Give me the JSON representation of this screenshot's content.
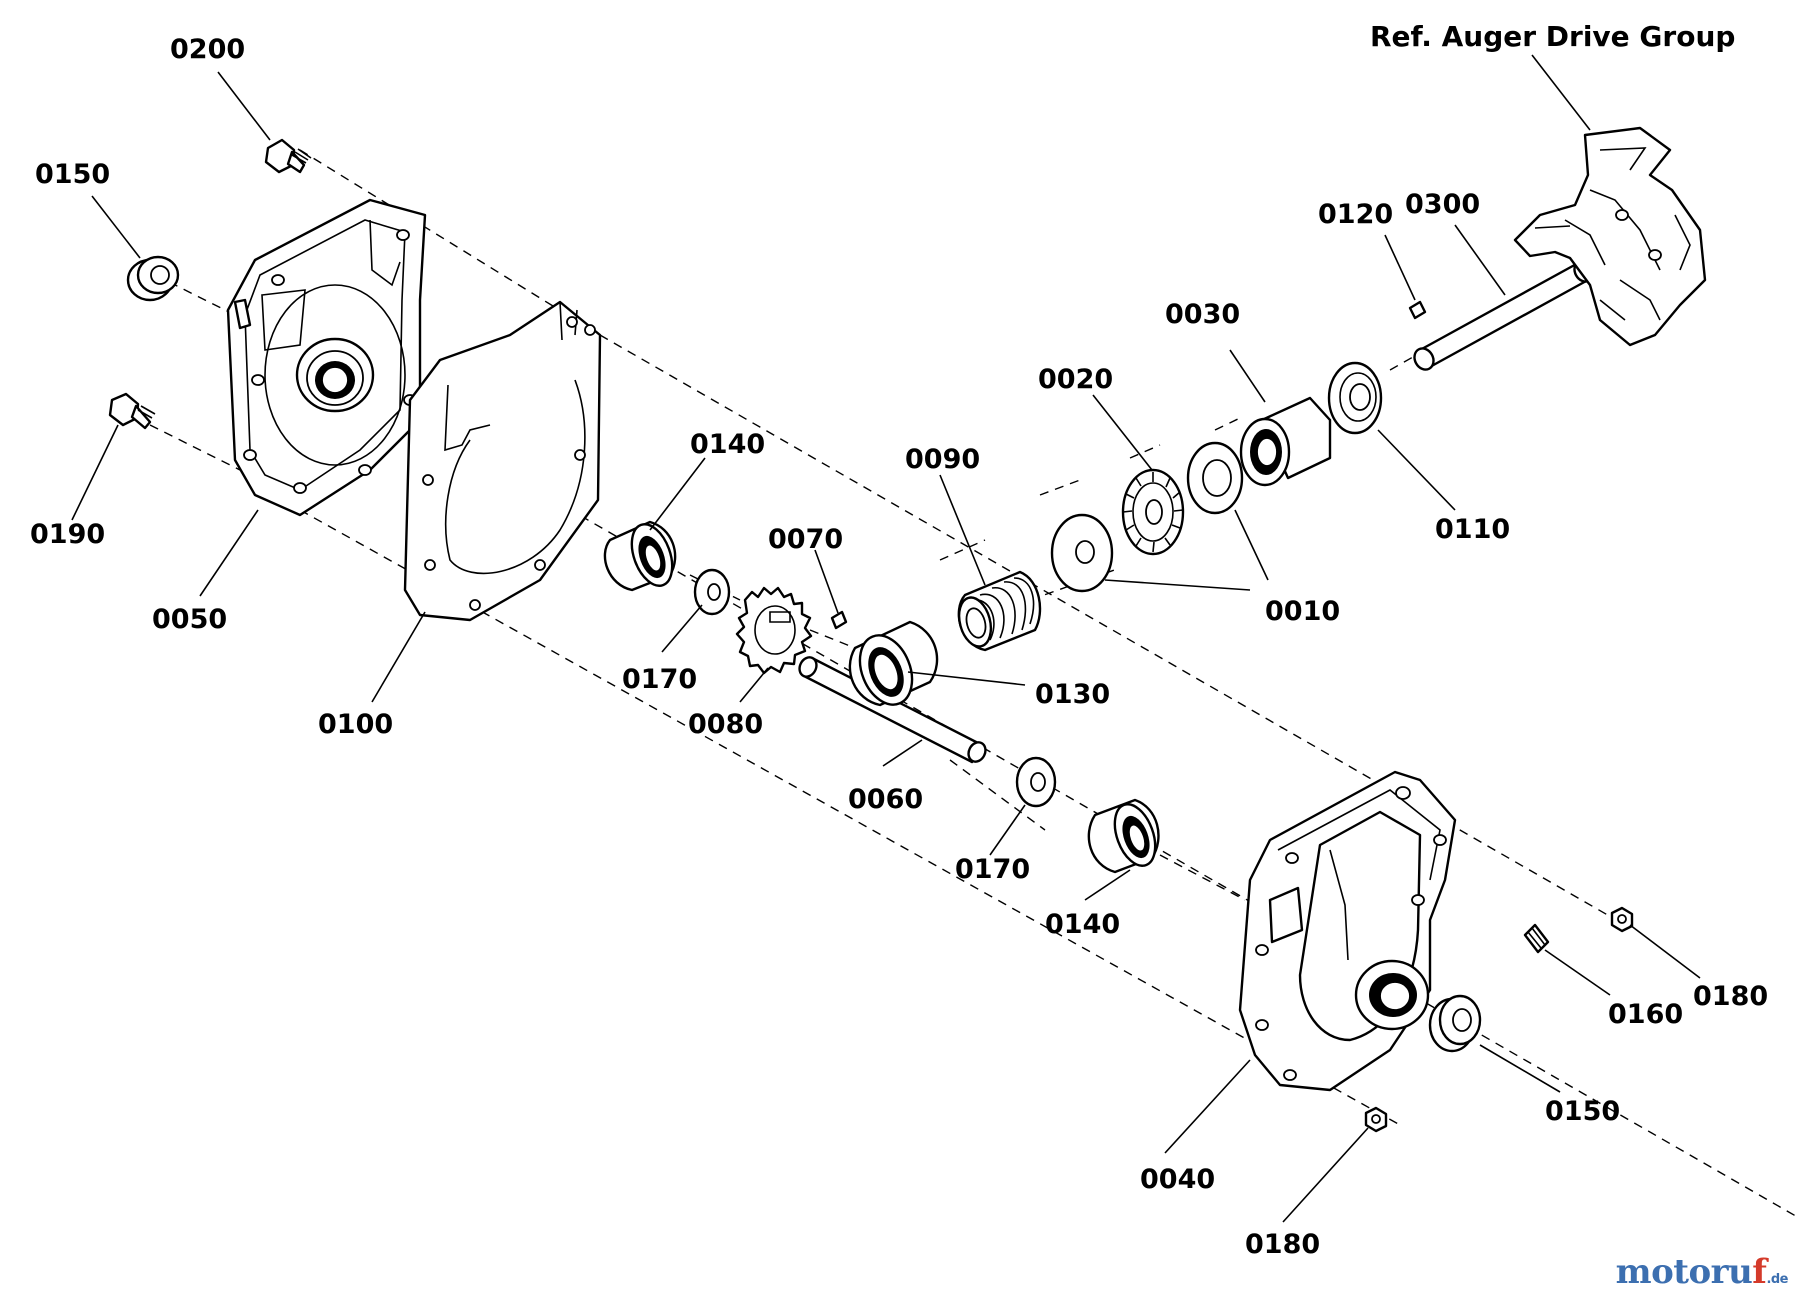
{
  "reference_label": "Ref. Auger Drive Group",
  "callouts": {
    "c0200": "0200",
    "c0150_top": "0150",
    "c0190": "0190",
    "c0050": "0050",
    "c0100": "0100",
    "c0140_top": "0140",
    "c0170_top": "0170",
    "c0080": "0080",
    "c0070": "0070",
    "c0060": "0060",
    "c0130": "0130",
    "c0090": "0090",
    "c0020": "0020",
    "c0030": "0030",
    "c0010": "0010",
    "c0120": "0120",
    "c0300": "0300",
    "c0110": "0110",
    "c0170_bottom": "0170",
    "c0140_bottom": "0140",
    "c0040": "0040",
    "c0160": "0160",
    "c0180_right": "0180",
    "c0150_bottom": "0150",
    "c0180_bottom": "0180"
  },
  "watermark": {
    "main": "motoru",
    "accent": "f",
    "tld": ".de"
  },
  "colors": {
    "line": "#000000",
    "watermark_blue": "#3c6fb0",
    "watermark_red": "#d43a2a"
  }
}
